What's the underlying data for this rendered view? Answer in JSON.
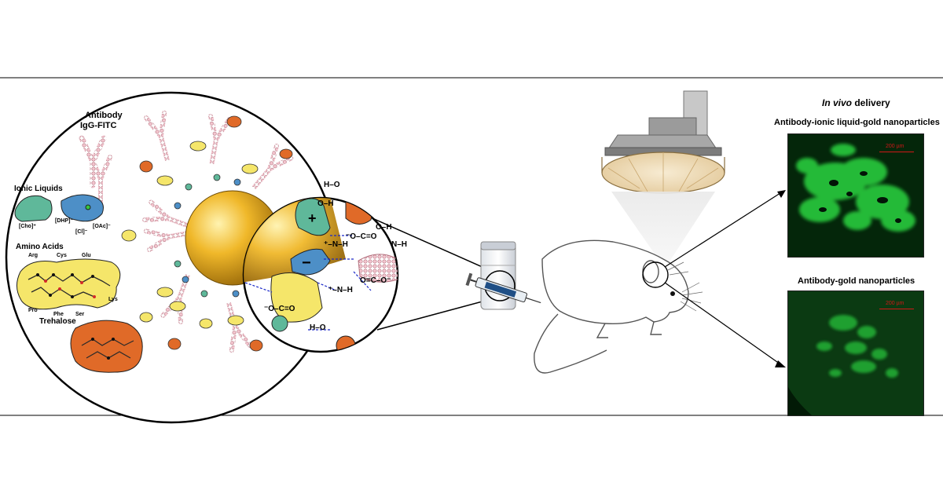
{
  "labels": {
    "antibody_line1": "Antibody",
    "antibody_line2": "IgG-FITC",
    "ionic_liquids": "Ionic Liquids",
    "cho": "[Cho]⁺",
    "dhp": "[DHP]⁻",
    "cl": "[Cl]⁻",
    "oac": "[OAc]⁻",
    "amino_acids": "Amino Acids",
    "arg": "Arg",
    "cys": "Cys",
    "glu": "Glu",
    "lys": "Lys",
    "pro": "Pro",
    "phe": "Phe",
    "ser": "Ser",
    "trehalose": "Trehalose",
    "in_vivo": "In vivo",
    "delivery": " delivery",
    "panel_top_title": "Antibody-ionic liquid-gold nanoparticles",
    "panel_bottom_title": "Antibody-gold nanoparticles",
    "scale_top": "200 µm",
    "scale_bottom": "200 µm"
  },
  "chem": {
    "h_o_top": "H–O",
    "o_h_left": "O–H",
    "o_h_right": "O–H",
    "plus": "+",
    "minus": "−",
    "o_c_o": "⁻O–C=O",
    "nh_plus_1": "⁺–N–H",
    "n_h_right": "N–H",
    "nh_plus_2": "⁺–N–H",
    "o_c_o_lower": "O=C–O⁻",
    "o_c_o_left": "⁻O–C=O",
    "h_o_bottom": "H–O"
  },
  "colors": {
    "gold": "#e0a418",
    "teal_ion": "#5fb89a",
    "blue_ion": "#4d8fc7",
    "orange_ion": "#e06a28",
    "yellow_ion": "#f5e66a",
    "fluorescence": "#25c23a",
    "bond_dash": "#1a28c8"
  }
}
